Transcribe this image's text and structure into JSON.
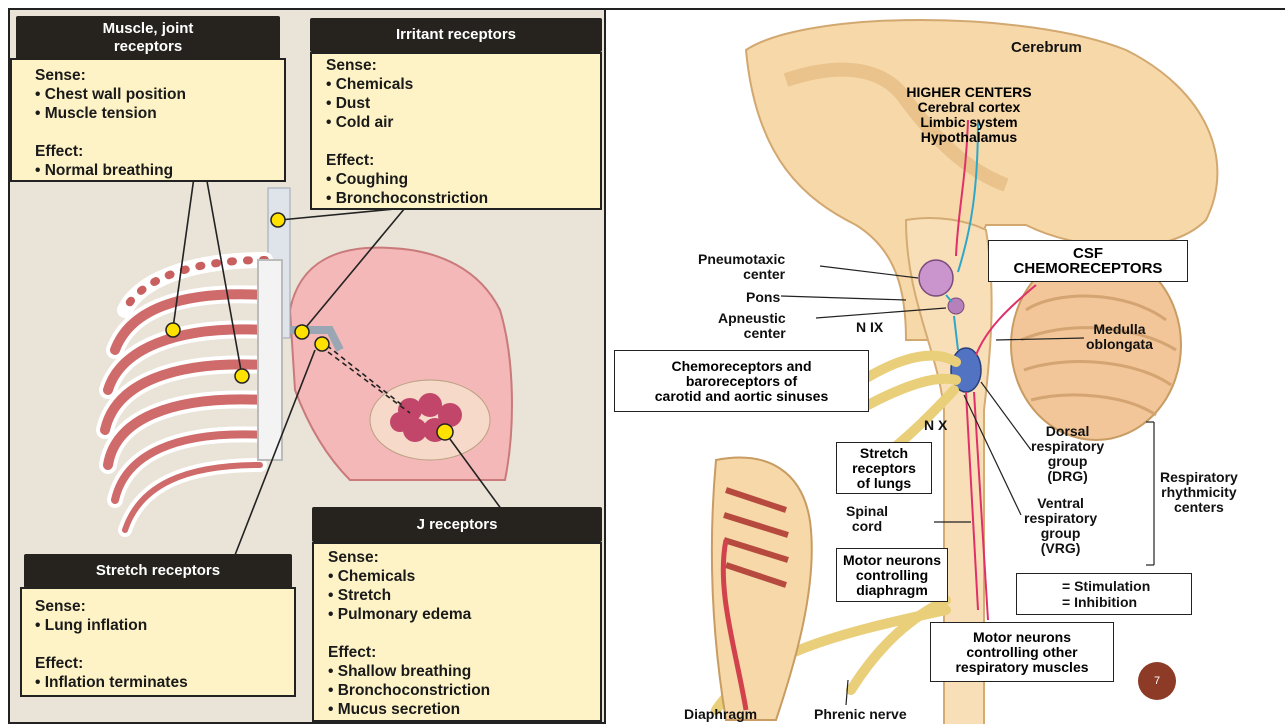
{
  "left": {
    "muscle_joint": {
      "title": "Muscle, joint\nreceptors",
      "body": "Sense:\n• Chest wall position\n• Muscle tension\n\nEffect:\n• Normal breathing"
    },
    "irritant": {
      "title": "Irritant receptors",
      "body": "Sense:\n• Chemicals\n• Dust\n• Cold air\n\nEffect:\n• Coughing\n• Bronchoconstriction"
    },
    "stretch": {
      "title": "Stretch receptors",
      "body": "Sense:\n• Lung inflation\n\nEffect:\n• Inflation terminates"
    },
    "j": {
      "title": "J receptors",
      "body": "Sense:\n• Chemicals\n• Stretch\n• Pulmonary edema\n\nEffect:\n• Shallow breathing\n• Bronchoconstriction\n• Mucus secretion"
    }
  },
  "right": {
    "cerebrum": "Cerebrum",
    "higher_centers": "HIGHER CENTERS\nCerebral cortex\nLimbic system\nHypothalamus",
    "pneumotaxic": "Pneumotaxic\ncenter",
    "pons": "Pons",
    "apneustic": "Apneustic\ncenter",
    "csf": "CSF\nCHEMORECEPTORS",
    "n_ix": "N IX",
    "medulla": "Medulla\noblongata",
    "chemo_baro": "Chemoreceptors and\nbaroreceptors of\ncarotid and aortic sinuses",
    "n_x": "N X",
    "stretch_lungs": "Stretch\nreceptors\nof lungs",
    "drg": "Dorsal\nrespiratory\ngroup\n(DRG)",
    "resp_rhythm": "Respiratory\nrhythmicity\ncenters",
    "spinal": "Spinal\ncord",
    "vrg": "Ventral\nrespiratory\ngroup\n(VRG)",
    "motor_diaphragm": "Motor neurons\ncontrolling\ndiaphragm",
    "stimulation": "= Stimulation",
    "inhibition": "= Inhibition",
    "motor_other": "Motor neurons\ncontrolling other\nrespiratory muscles",
    "diaphragm": "Diaphragm",
    "phrenic": "Phrenic nerve"
  },
  "colors": {
    "stimulation": "#e0306a",
    "inhibition": "#2fa7c9",
    "receptor_dot": "#ffe100"
  },
  "page_number": "7"
}
